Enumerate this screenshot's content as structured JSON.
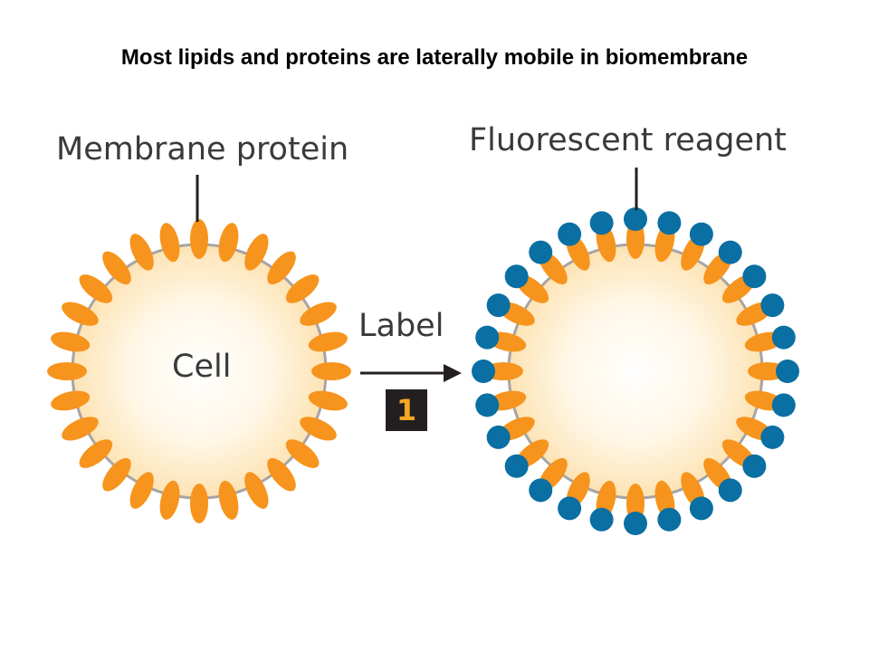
{
  "title": "Most lipids and proteins are laterally mobile in biomembrane",
  "labels": {
    "membrane_protein": "Membrane protein",
    "fluorescent_reagent": "Fluorescent reagent",
    "cell": "Cell",
    "step": "Label",
    "step_number": "1"
  },
  "colors": {
    "protein": "#f7941d",
    "reagent": "#0a6fa3",
    "membrane": "#a7a5a3",
    "arrow": "#231f20"
  },
  "cells": {
    "protein_count": 28,
    "labeled_protein_count": 28
  }
}
